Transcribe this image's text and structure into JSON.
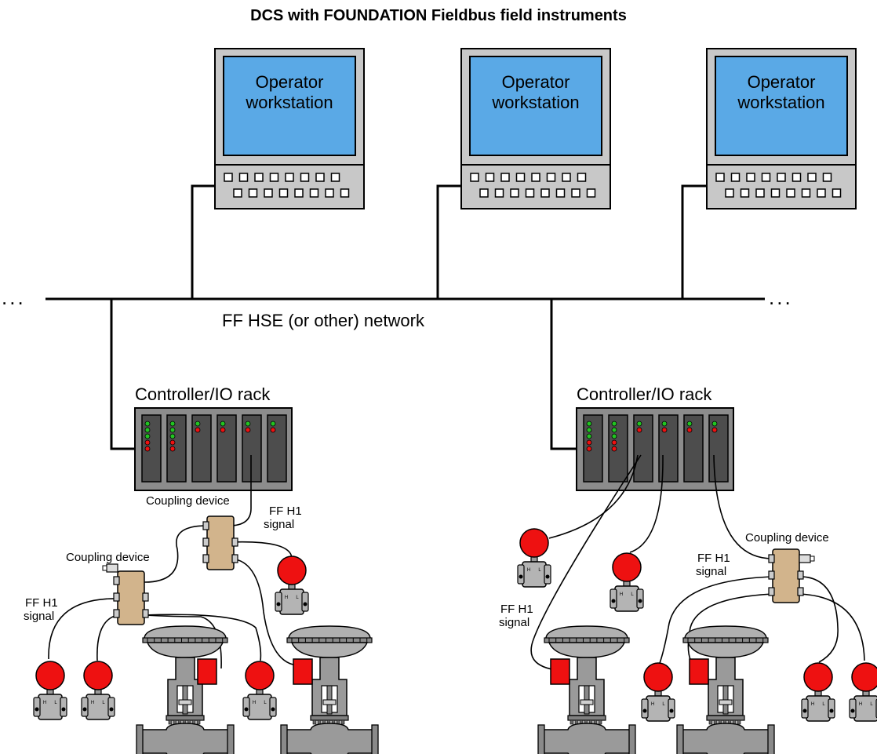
{
  "title": "DCS with FOUNDATION Fieldbus field instruments",
  "workstations": [
    {
      "label_line1": "Operator",
      "label_line2": "workstation"
    },
    {
      "label_line1": "Operator",
      "label_line2": "workstation"
    },
    {
      "label_line1": "Operator",
      "label_line2": "workstation"
    }
  ],
  "network": {
    "label": "FF HSE (or other) network",
    "ellipsis": "..."
  },
  "racks": [
    {
      "label": "Controller/IO rack"
    },
    {
      "label": "Controller/IO rack"
    }
  ],
  "coupling_label": "Coupling device",
  "signal_label_line1": "FF H1",
  "signal_label_line2": "signal",
  "transmitter_port_labels": {
    "high": "H",
    "low": "L"
  },
  "colors": {
    "screen": "#5aa9e6",
    "chassis": "#c8c8c8",
    "rack": "#8c8c8c",
    "card": "#4d4d4d",
    "led_green": "#22c322",
    "led_red": "#ee1111",
    "coupler": "#d2b48c",
    "sensor": "#ee1111",
    "body": "#9a9a9a"
  }
}
